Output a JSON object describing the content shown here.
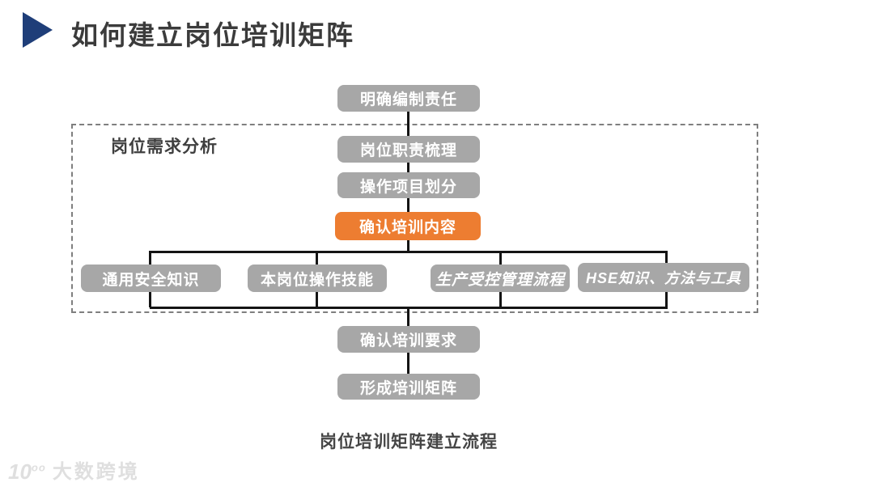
{
  "header": {
    "title": "如何建立岗位培训矩阵"
  },
  "colors": {
    "accent_orange": "#ED7D31",
    "node_gray": "#A7A7A7",
    "title_marker_navy": "#1F3E79",
    "connector_black": "#141414",
    "dashed_border_gray": "#7F7F7F"
  },
  "flow": {
    "group_label": "岗位需求分析",
    "steps": {
      "step1": "明确编制责任",
      "step2": "岗位职责梳理",
      "step3": "操作项目划分",
      "step4_highlight": "确认培训内容",
      "step5": "确认培训要求",
      "step6": "形成培训矩阵"
    },
    "branches": {
      "b1": "通用安全知识",
      "b2": "本岗位操作技能",
      "b3": "生产受控管理流程",
      "b4": "HSE知识、方法与工具"
    },
    "caption": "岗位培训矩阵建立流程"
  },
  "watermark": {
    "logo_main": "10",
    "logo_sup": "oo",
    "text": "大数跨境"
  }
}
